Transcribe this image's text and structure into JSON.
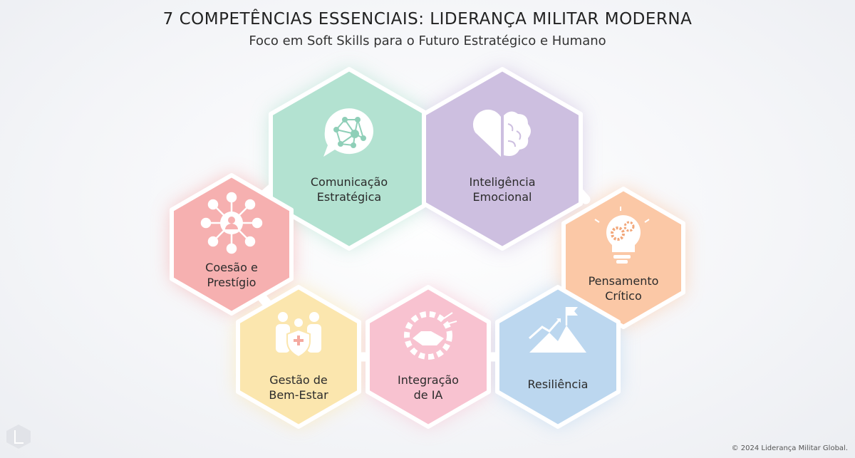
{
  "header": {
    "title": "7 COMPETÊNCIAS ESSENCIAIS: LIDERANÇA MILITAR MODERNA",
    "subtitle": "Foco em Soft Skills para o Futuro Estratégico e Humano"
  },
  "competencies": [
    {
      "line1": "Comunicação",
      "line2": "Estratégica",
      "icon": "speech-network-icon",
      "color": "#b3e2d1"
    },
    {
      "line1": "Inteligência",
      "line2": "Emocional",
      "icon": "heart-brain-icon",
      "color": "#cdbfe0"
    },
    {
      "line1": "Coesão e",
      "line2": "Prestígio",
      "icon": "people-network-icon",
      "color": "#f6b0b0"
    },
    {
      "line1": "Pensamento",
      "line2": "Crítico",
      "icon": "lightbulb-gears-icon",
      "color": "#fbc8a6"
    },
    {
      "line1": "Gestão de",
      "line2": "Bem-Estar",
      "icon": "family-shield-icon",
      "color": "#fbe6ae"
    },
    {
      "line1": "Integração",
      "line2": "de IA",
      "icon": "handshake-gear-icon",
      "color": "#f8c2d0"
    },
    {
      "line1": "Resiliência",
      "line2": "",
      "icon": "mountain-flag-icon",
      "color": "#bcd7ef"
    }
  ],
  "footer": {
    "copyright": "© 2024 Liderança Militar Global."
  }
}
